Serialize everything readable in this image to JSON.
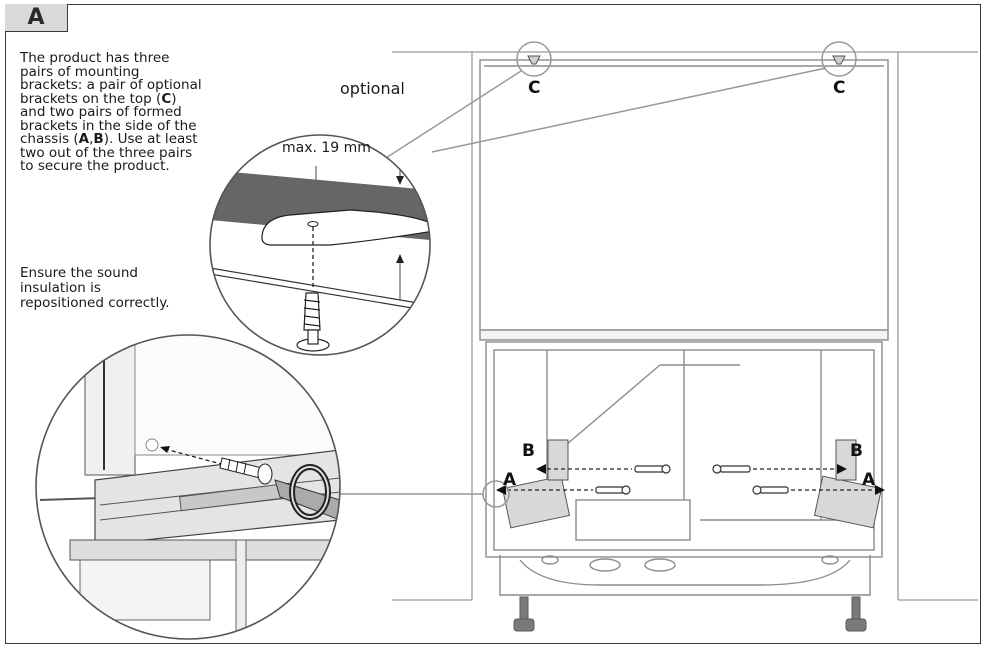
{
  "figure": {
    "tag": "A",
    "paragraph": "The product has three pairs of mounting brackets: a pair of optional brackets on the top (C) and two pairs of formed brackets in the side of the chassis (A,B). Use at least two out of the three pairs to secure the product.",
    "paragraph_parts": {
      "p1": "The product has three pairs of mounting brackets: a pair of optional brackets on the top (",
      "c": "C",
      "p2": ") and two pairs of formed brackets in the side of the chassis (",
      "a": "A",
      "comma": ",",
      "b": "B",
      "p3": "). Use at least two out of the three pairs to secure the product."
    },
    "note": "Ensure the sound insulation is repositioned correctly.",
    "labels": {
      "optional": "optional",
      "max": "max. 19 mm",
      "c_left": "C",
      "c_right": "C",
      "b_left": "B",
      "b_right": "B",
      "a_left": "A",
      "a_right": "A"
    },
    "icons": [
      "screw-icon",
      "bracket-icon",
      "screwdriver-icon"
    ]
  }
}
